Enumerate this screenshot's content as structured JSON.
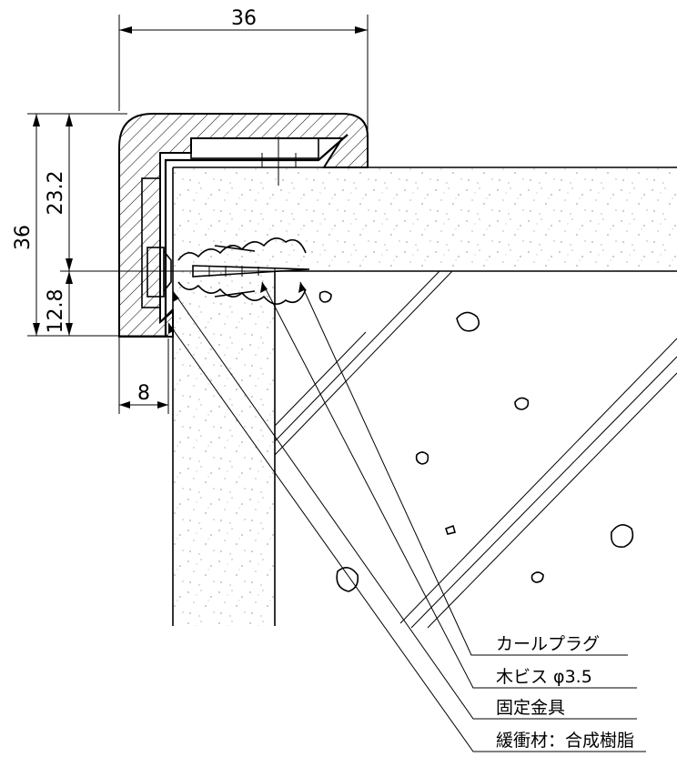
{
  "dimensions": {
    "top_width": "36",
    "left_height": "36",
    "upper_segment": "23.2",
    "lower_segment": "12.8",
    "bottom_offset": "8"
  },
  "labels": {
    "curl_plug": "カールプラグ",
    "wood_screw": "木ビス φ3.5",
    "fixing_bracket": "固定金具",
    "cushion_material": "緩衝材：合成樹脂"
  }
}
